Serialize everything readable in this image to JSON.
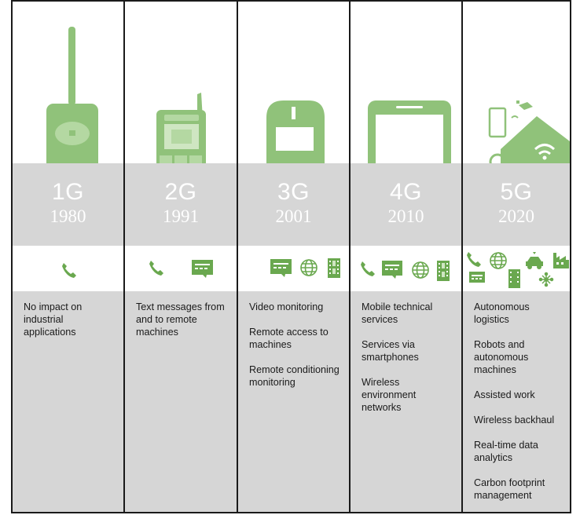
{
  "colors": {
    "green": "#90c27a",
    "band": "#d6d6d6",
    "border": "#1a1a1a"
  },
  "columns": [
    {
      "generation": "1G",
      "year": "1980",
      "device": "brick-phone",
      "icons": [
        "phone-icon"
      ],
      "items": [
        "No impact on industrial applications"
      ]
    },
    {
      "generation": "2G",
      "year": "1991",
      "device": "feature-phone",
      "icons": [
        "phone-icon",
        "message-icon"
      ],
      "items": [
        "Text messages from and to remote machines"
      ]
    },
    {
      "generation": "3G",
      "year": "2001",
      "device": "early-smartphone",
      "icons": [
        "message-icon",
        "globe-icon",
        "film-icon"
      ],
      "items": [
        "Video monitoring",
        "Remote access to machines",
        "Remote conditioning monitoring"
      ]
    },
    {
      "generation": "4G",
      "year": "2010",
      "device": "smartphone",
      "icons": [
        "phone-icon",
        "message-icon",
        "globe-icon",
        "film-icon"
      ],
      "items": [
        "Mobile technical services",
        "Services via smartphones",
        "Wireless environment networks"
      ]
    },
    {
      "generation": "5G",
      "year": "2020",
      "device": "smart-home",
      "icons": [
        "phone-icon",
        "globe-icon",
        "car-icon",
        "factory-icon",
        "message-icon",
        "film-icon",
        "network-icon"
      ],
      "items": [
        "Autonomous logistics",
        "Robots and autonomous machines",
        "Assisted work",
        "Wireless backhaul",
        "Real-time data analytics",
        "Carbon footprint management"
      ]
    }
  ]
}
